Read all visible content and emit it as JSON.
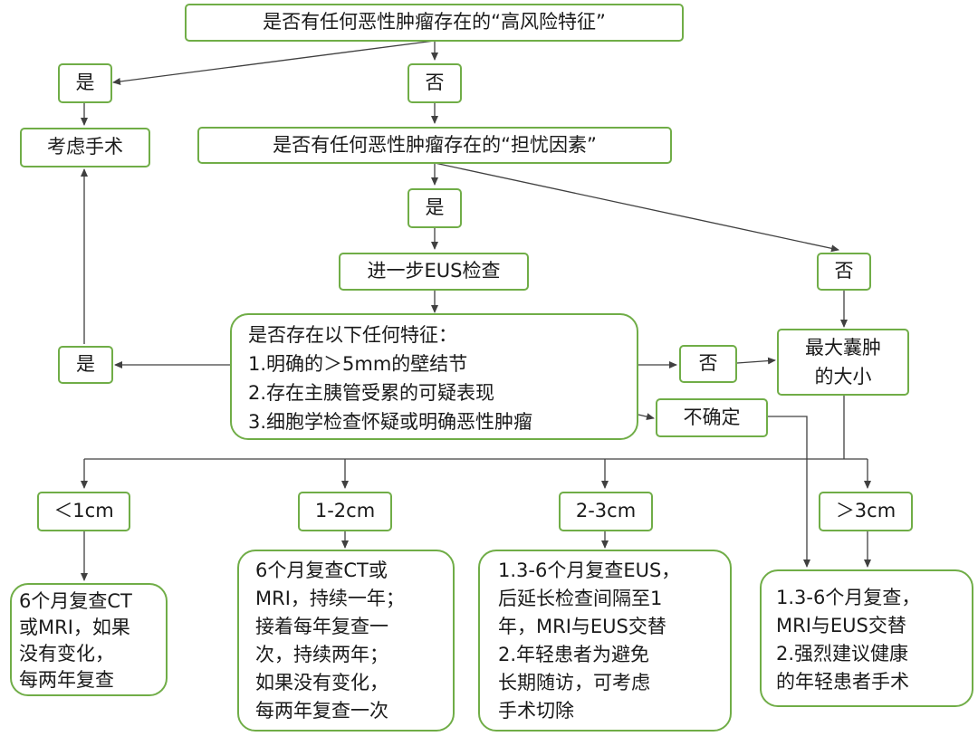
{
  "nodes": {
    "high_risk_q": "是否有任何恶性肿瘤存在的“高风险特征”",
    "yes_1": "是",
    "no_1": "否",
    "consider_surgery": "考虑手术",
    "worrisome_q": "是否有任何恶性肿瘤存在的“担忧因素”",
    "yes_2": "是",
    "eus": "进一步EUS检查",
    "no_2": "否",
    "features_q": [
      "是否存在以下任何特征：",
      "1.明确的＞5mm的壁结节",
      "2.存在主胰管受累的可疑表现",
      "3.细胞学检查怀疑或明确恶性肿瘤"
    ],
    "yes_3": "是",
    "no_3": "否",
    "uncertain": "不确定",
    "largest_cyst": [
      "最大囊肿",
      "的大小"
    ],
    "size_lt1": "＜1cm",
    "size_1_2": "1-2cm",
    "size_2_3": "2-3cm",
    "size_gt3": "＞3cm",
    "plan_lt1": [
      "6个月复查CT",
      "或MRI，如果",
      "没有变化，",
      "每两年复查"
    ],
    "plan_1_2": [
      "6个月复查CT或",
      "MRI，持续一年；",
      "接着每年复查一",
      "次，持续两年；",
      "如果没有变化，",
      "每两年复查一次"
    ],
    "plan_2_3": [
      "1.3-6个月复查EUS，",
      "后延长检查间隔至1",
      "年，MRI与EUS交替",
      "2.年轻患者为避免",
      "长期随访，可考虑",
      "手术切除"
    ],
    "plan_gt3": [
      "1.3-6个月复查，",
      "MRI与EUS交替",
      "2.强烈建议健康",
      "的年轻患者手术"
    ]
  },
  "colors": {
    "box_border": "#70ad47",
    "line": "#404040"
  }
}
